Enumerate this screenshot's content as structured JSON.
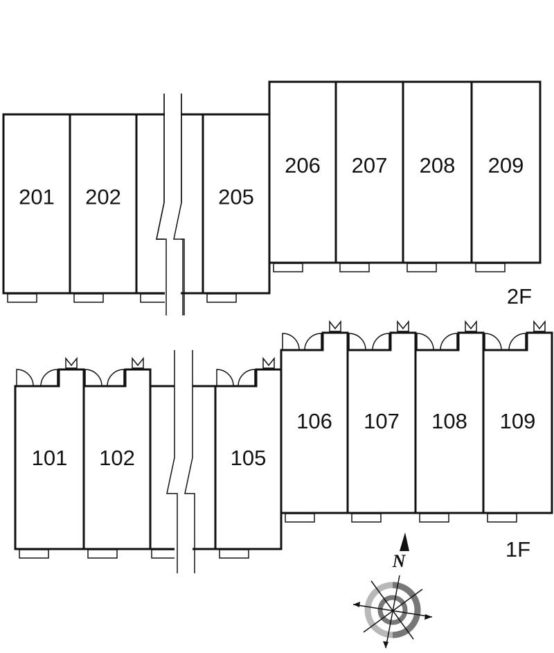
{
  "floor_2": {
    "label": "2F",
    "units": [
      "201",
      "202",
      "205",
      "206",
      "207",
      "208",
      "209"
    ]
  },
  "floor_1": {
    "label": "1F",
    "units": [
      "101",
      "102",
      "105",
      "106",
      "107",
      "108",
      "109"
    ]
  },
  "compass": {
    "north_label": "N"
  },
  "colors": {
    "line": "#111111",
    "ring_light": "#b8b8b8",
    "ring_dark": "#777777"
  }
}
